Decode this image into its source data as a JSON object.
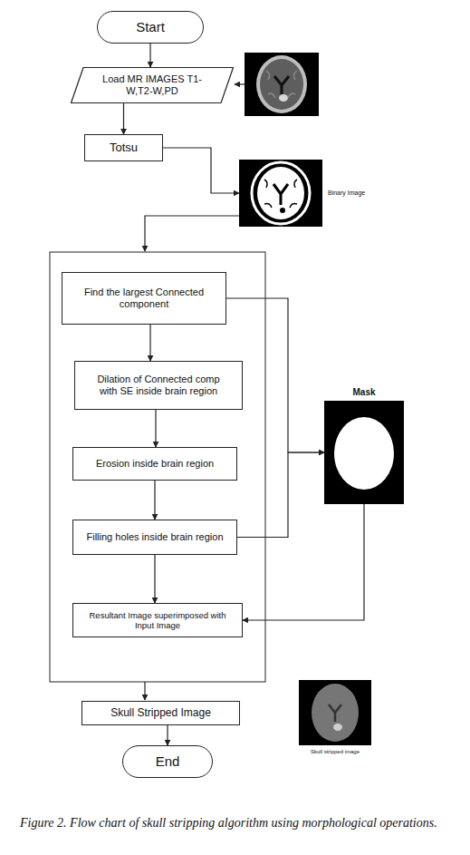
{
  "diagram": {
    "caption": "Figure 2. Flow chart of skull stripping algorithm using morphological operations.",
    "nodes": [
      {
        "text": [
          "Start"
        ]
      },
      {
        "text": [
          "Load MR IMAGES T1-W,T2-W,PD"
        ]
      },
      {
        "text": [
          "Totsu"
        ]
      },
      {
        "text": [
          "Binary Image"
        ]
      },
      {
        "text": [
          "Find the largest Connected component"
        ]
      },
      {
        "text": [
          "Dilation of Connected comp with SE inside brain region"
        ]
      },
      {
        "text": [
          "Erosion inside brain region"
        ]
      },
      {
        "text": [
          "Filling holes inside brain region"
        ]
      },
      {
        "text": [
          "Mask"
        ]
      },
      {
        "text": [
          "Resultant Image superimposed with Input Image"
        ]
      },
      {
        "text": [
          "Skull Stripped Image"
        ]
      },
      {
        "text": [
          "Skull stripped image"
        ]
      },
      {
        "text": [
          "End"
        ]
      }
    ],
    "edges": [
      {
        "from": 0,
        "to": 1,
        "arrow": "to"
      },
      {
        "from": 1,
        "to": 2,
        "arrow": "to"
      },
      {
        "from": 2,
        "to": 3,
        "arrow": "to"
      },
      {
        "from": 4,
        "to": 5,
        "arrow": "to"
      },
      {
        "from": 5,
        "to": 6,
        "arrow": "to"
      },
      {
        "from": 6,
        "to": 7,
        "arrow": "to"
      },
      {
        "from": 4,
        "to": 8,
        "arrow": "to"
      },
      {
        "from": 7,
        "to": 8,
        "arrow": "to"
      },
      {
        "from": 8,
        "to": 9,
        "arrow": "to"
      },
      {
        "from": 7,
        "to": 9,
        "arrow": "to"
      },
      {
        "from": 10,
        "to": 12,
        "arrow": "to"
      }
    ]
  }
}
